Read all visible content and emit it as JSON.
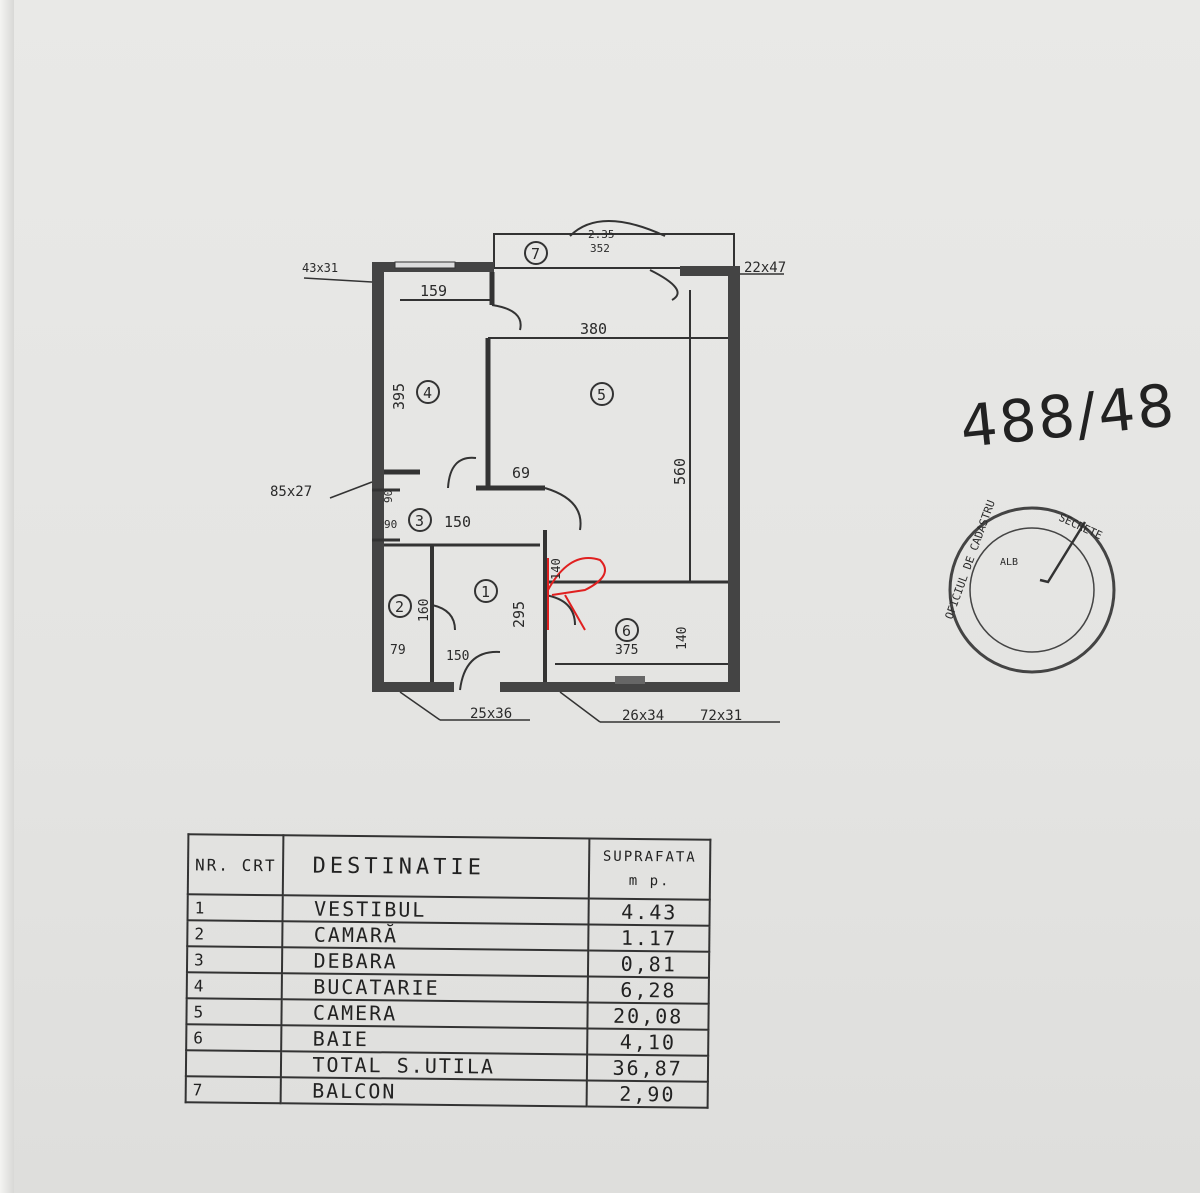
{
  "plan": {
    "rooms": [
      {
        "id": "1",
        "width": "150",
        "length": "295"
      },
      {
        "id": "2",
        "width": "79",
        "length": "160"
      },
      {
        "id": "3",
        "width": "90",
        "length": "90"
      },
      {
        "id": "4",
        "width": "159",
        "length": "395"
      },
      {
        "id": "5",
        "width": "380",
        "length": "560"
      },
      {
        "id": "6",
        "width": "375",
        "length": "140"
      },
      {
        "id": "7",
        "width": "2.35",
        "length": "352"
      }
    ],
    "dims": {
      "top_left": "43x31",
      "top_right": "22x47",
      "left_mid": "85x27",
      "bottom_left": "25x36",
      "bottom_mid": "26x34",
      "bottom_right": "72x31",
      "door_69": "69",
      "d_150b": "150",
      "d_140": "140"
    },
    "colors": {
      "ink": "#333333",
      "stamp_red": "#e02020"
    }
  },
  "handwritten": "488/48",
  "stamp": {
    "ring_text": "OFICIUL DE CADASTRU",
    "ring_text_2": "SECRETE",
    "inner_text": "ALB"
  },
  "legend": {
    "headers": {
      "nr": "NR. CRT",
      "destinatie": "DESTINATIE",
      "suprafata": "SUPRAFATA",
      "unit": "m p."
    },
    "rows": [
      {
        "nr": "1",
        "destinatie": "VESTIBUL",
        "suprafata": "4.43"
      },
      {
        "nr": "2",
        "destinatie": "CAMARĂ",
        "suprafata": "1.17"
      },
      {
        "nr": "3",
        "destinatie": "DEBARA",
        "suprafata": "0,81"
      },
      {
        "nr": "4",
        "destinatie": "BUCATARIE",
        "suprafata": "6,28"
      },
      {
        "nr": "5",
        "destinatie": "CAMERA",
        "suprafata": "20,08"
      },
      {
        "nr": "6",
        "destinatie": "BAIE",
        "suprafata": "4,10"
      },
      {
        "nr": "",
        "destinatie": "TOTAL S.UTILA",
        "suprafata": "36,87"
      },
      {
        "nr": "7",
        "destinatie": "BALCON",
        "suprafata": "2,90"
      }
    ]
  }
}
